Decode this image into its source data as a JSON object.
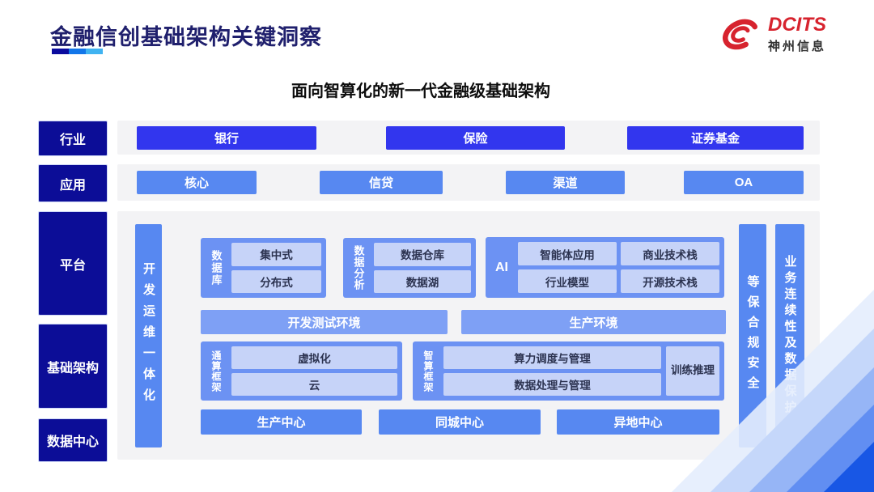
{
  "slide": {
    "title": "金融信创基础架构关键洞察",
    "subtitle": "面向智算化的新一代金融级基础架构"
  },
  "logo": {
    "brand": "DCITS",
    "company": "神州信息"
  },
  "rows": {
    "industry": {
      "label": "行业",
      "items": [
        "银行",
        "保险",
        "证券基金"
      ]
    },
    "application": {
      "label": "应用",
      "items": [
        "核心",
        "信贷",
        "渠道",
        "OA"
      ]
    },
    "platform": {
      "label": "平台"
    },
    "infrastructure": {
      "label": "基础架构"
    },
    "datacenter": {
      "label": "数据中心"
    }
  },
  "platform_area": {
    "devops_bar": "开发运维一体化",
    "security_bar": "等保合规安全",
    "continuity_bar": "业务连续性及数据保护",
    "database": {
      "label": "数据库",
      "items": [
        "集中式",
        "分布式"
      ]
    },
    "data_analysis": {
      "label": "数据分析",
      "items": [
        "数据仓库",
        "数据湖"
      ]
    },
    "ai": {
      "label": "AI",
      "items": [
        "智能体应用",
        "商业技术栈",
        "行业模型",
        "开源技术栈"
      ]
    },
    "environments": [
      "开发测试环境",
      "生产环境"
    ],
    "general_compute": {
      "label": "通算框架",
      "items": [
        "虚拟化",
        "云"
      ]
    },
    "intelligent_compute": {
      "label": "智算框架",
      "items": [
        "算力调度与管理",
        "数据处理与管理"
      ],
      "side": "训练推理"
    },
    "centers": [
      "生产中心",
      "同城中心",
      "异地中心"
    ]
  },
  "colors": {
    "navy_label": "#0c0d97",
    "royal_button": "#3236ee",
    "blue_button": "#5788f1",
    "section_container": "#6c92f3",
    "env_bar": "#7ea0f5",
    "light_box": "#c6d3f8",
    "strip_gray": "#f3f3f5",
    "title_navy": "#20206d",
    "brand_red": "#d7232e"
  }
}
